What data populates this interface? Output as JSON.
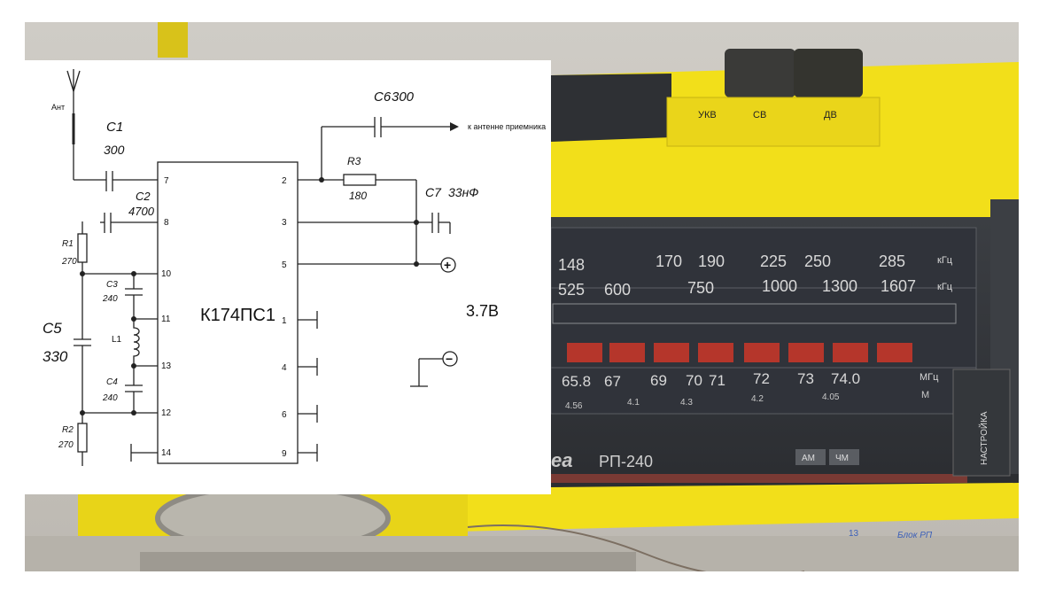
{
  "schematic": {
    "antenna_label": "Ант",
    "chip_label": "К174ПС1",
    "components": {
      "c1": {
        "ref": "C1",
        "value": "300"
      },
      "c2": {
        "ref": "C2",
        "value": "4700"
      },
      "c3": {
        "ref": "C3",
        "value": "240"
      },
      "c4": {
        "ref": "C4",
        "value": "240"
      },
      "c5": {
        "ref": "C5",
        "value": "330"
      },
      "c6": {
        "ref": "C6",
        "value": "300"
      },
      "c7": {
        "ref": "C7",
        "value": "33нФ"
      },
      "r1": {
        "ref": "R1",
        "value": "270"
      },
      "r2": {
        "ref": "R2",
        "value": "270"
      },
      "r3": {
        "ref": "R3",
        "value": "180"
      },
      "l1": {
        "ref": "L1"
      }
    },
    "pins_left": [
      "7",
      "8",
      "10",
      "11",
      "13",
      "12",
      "14"
    ],
    "pins_right": [
      "2",
      "3",
      "5",
      "1",
      "4",
      "6",
      "9"
    ],
    "output_label": "к антенне приемника",
    "voltage": "3.7В",
    "plus_symbol": "+",
    "minus_symbol": "−"
  },
  "radio": {
    "band_buttons": [
      "УКВ",
      "СВ",
      "ДВ"
    ],
    "scale_row1": [
      "148",
      "170",
      "190",
      "225",
      "250",
      "285"
    ],
    "scale_row1_unit": "кГц",
    "scale_row2": [
      "525",
      "600",
      "750",
      "1000",
      "1300",
      "1607"
    ],
    "scale_row2_unit": "кГц",
    "scale_row3": [
      "65.8",
      "67",
      "69",
      "70",
      "71",
      "72",
      "73",
      "74.0"
    ],
    "scale_row3_unit": "МГц",
    "scale_row4": [
      "4.56",
      "4.1",
      "4.3",
      "4.2",
      "4.05"
    ],
    "scale_row4_unit": "М",
    "model": "РП-240",
    "brand_fragment": "ea",
    "mode_buttons": [
      "АМ",
      "ЧМ"
    ],
    "tuning_label": "НАСТРОЙКА",
    "handwriting": [
      "13",
      "Блок РП"
    ]
  },
  "colors": {
    "radio_yellow": "#f2df1a",
    "radio_body": "#4a4d50",
    "scale_red": "#b5362b"
  }
}
